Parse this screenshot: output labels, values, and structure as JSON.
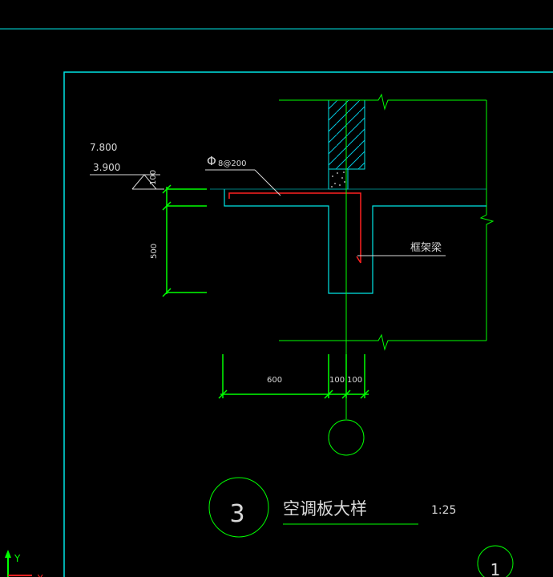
{
  "drawing": {
    "elevations": {
      "upper": "7.800",
      "lower": "3.900"
    },
    "rebar_label": "8@200",
    "rebar_symbol": "Φ",
    "dims": {
      "slab_thk": "100",
      "beam_depth": "500",
      "cantilever": "600",
      "w1": "100",
      "w2": "100"
    },
    "beam_label": "框架梁",
    "axis_circle": "",
    "detail": {
      "number": "3",
      "title": "空调板大样",
      "scale": "1:25"
    },
    "ref_circle": "1",
    "ucs": {
      "y": "Y",
      "x": "X"
    }
  },
  "colors": {
    "background": "#000000",
    "cyan": "#00e5e5",
    "green": "#00ff00",
    "red": "#ff2020",
    "white": "#d8d8d8"
  }
}
